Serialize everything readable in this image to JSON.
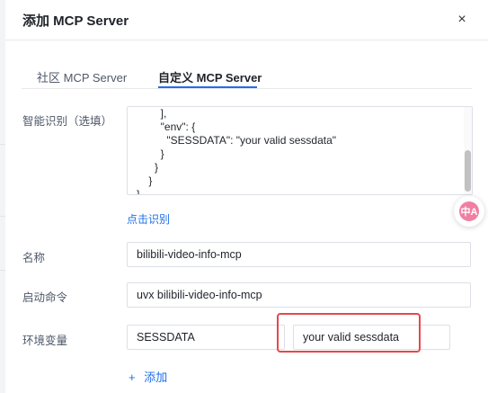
{
  "modal": {
    "title": "添加 MCP Server",
    "close_icon": "×"
  },
  "tabs": [
    {
      "label": "社区 MCP Server",
      "active": false
    },
    {
      "label": "自定义 MCP Server",
      "active": true
    }
  ],
  "smart_recognize": {
    "label": "智能识别（选填）",
    "content": "        ],\n        \"env\": {\n          \"SESSDATA\": \"your valid sessdata\"\n        }\n      }\n    }\n}",
    "action_label": "点击识别"
  },
  "name_field": {
    "label": "名称",
    "value": "bilibili-video-info-mcp"
  },
  "command_field": {
    "label": "启动命令",
    "value": "uvx bilibili-video-info-mcp"
  },
  "env_field": {
    "label": "环境变量",
    "key": "SESSDATA",
    "value": "your valid sessdata"
  },
  "add_env": {
    "label": "添加",
    "icon": "+"
  },
  "translate_icon": "中A",
  "colors": {
    "accent": "#1f6feb",
    "highlight": "#e5484d"
  }
}
